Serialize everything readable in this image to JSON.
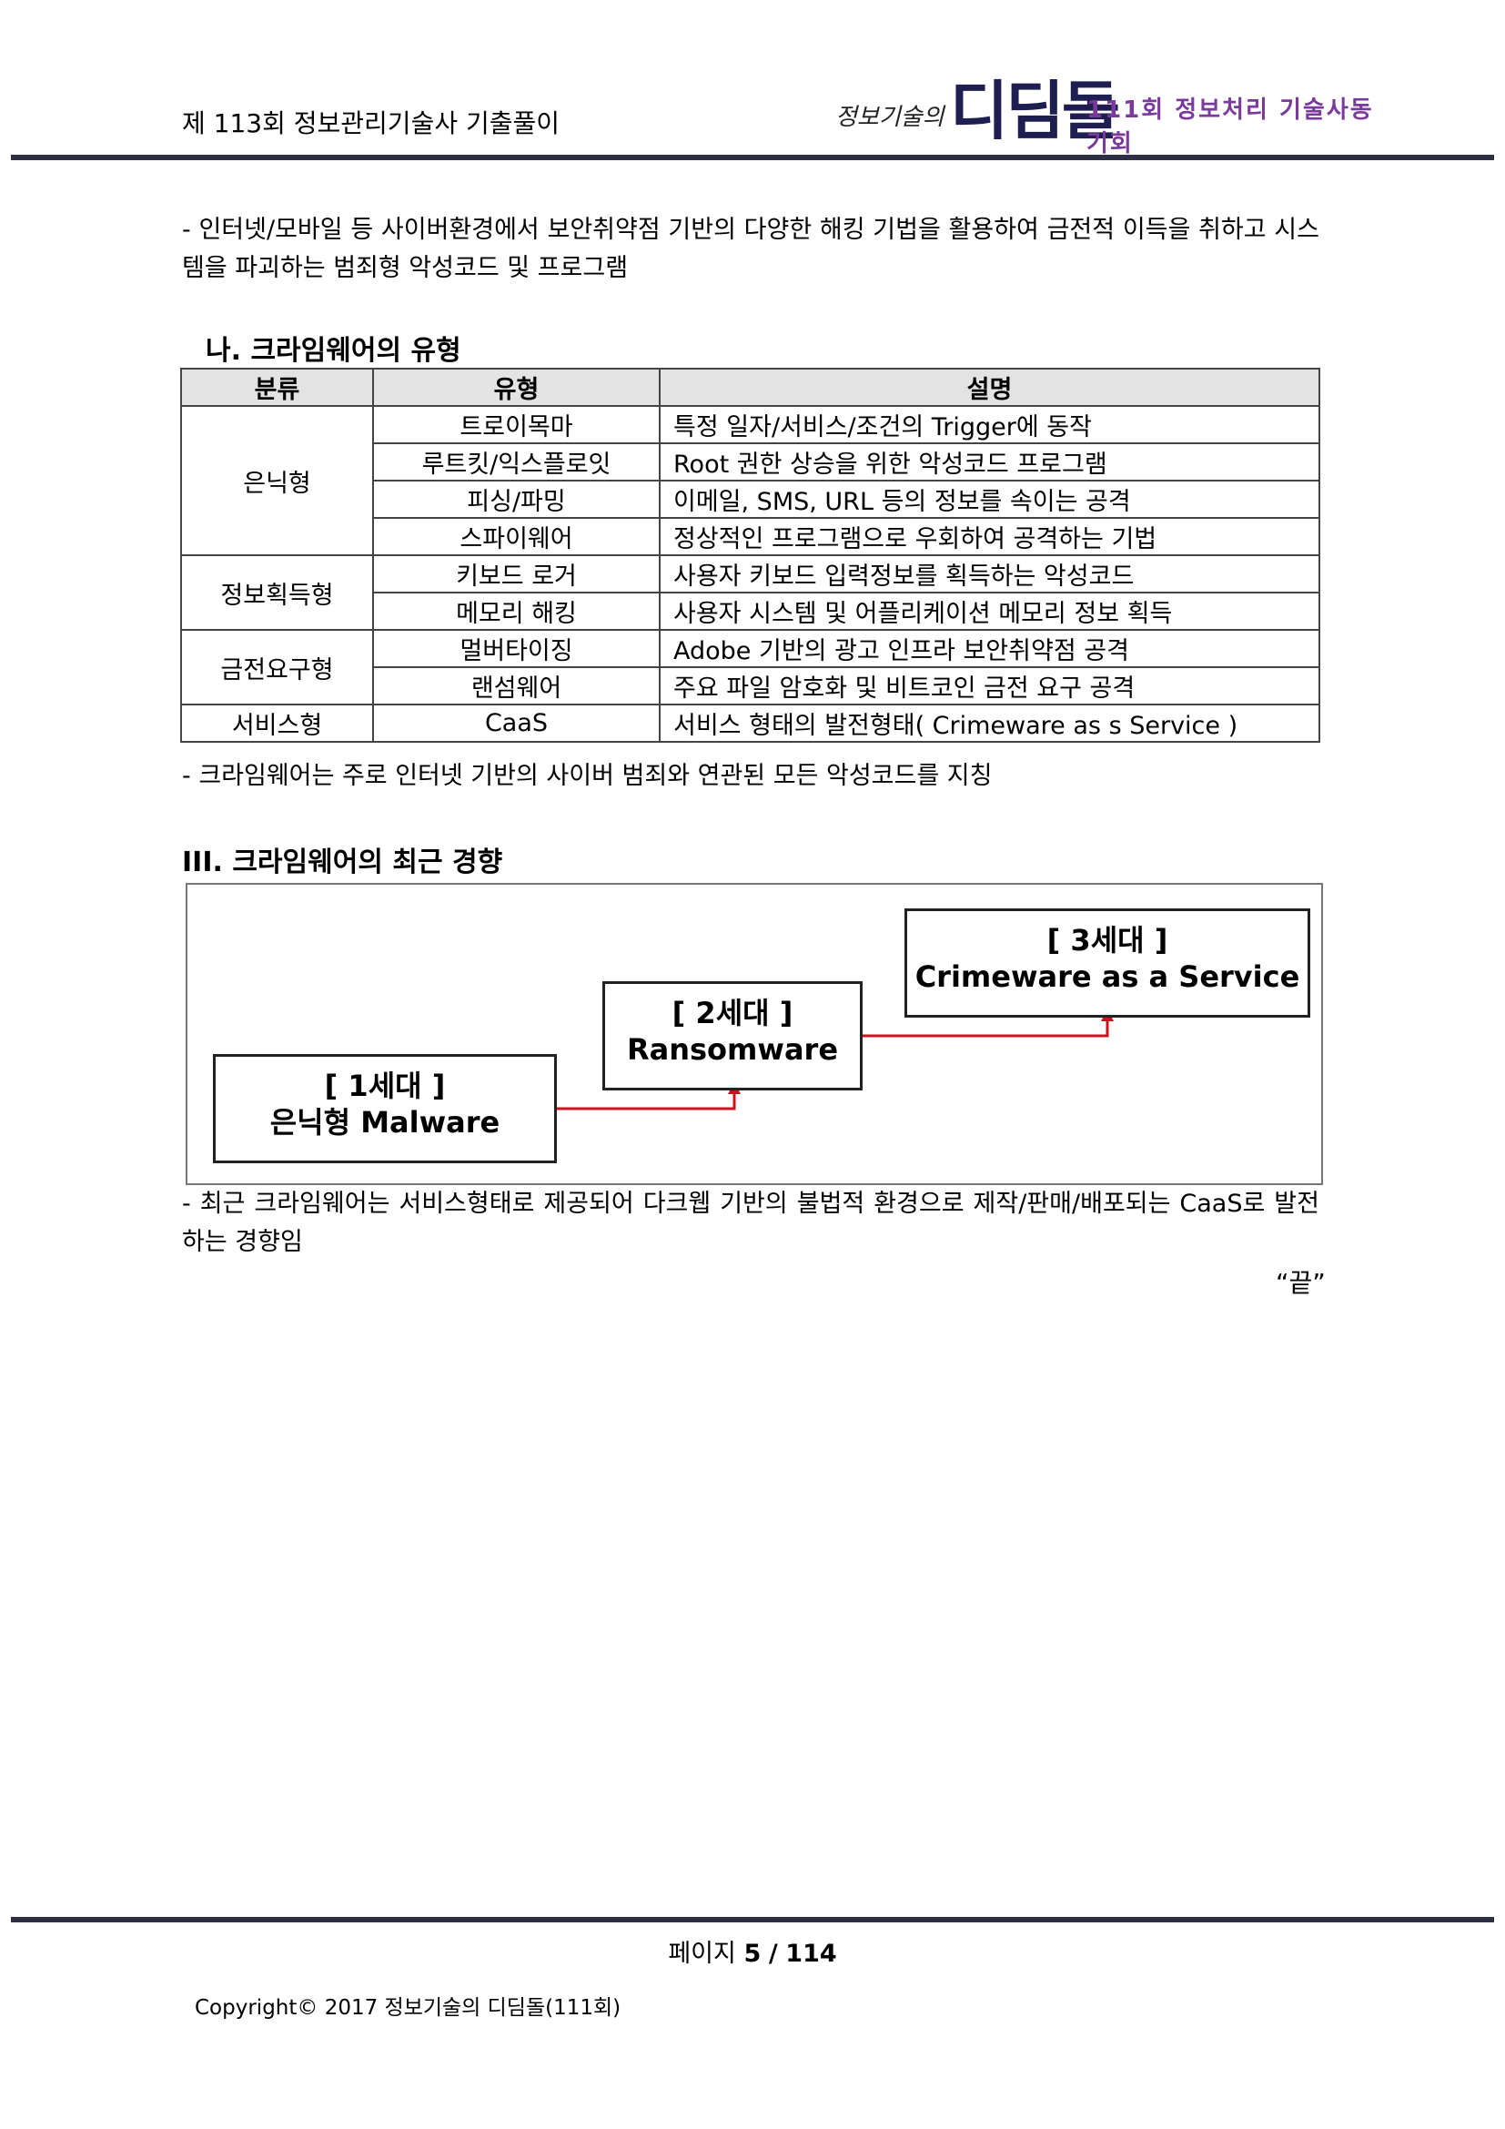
{
  "header": {
    "left_title": "제 113회 정보관리기술사 기출풀이",
    "logo_small": "정보기술의",
    "logo_big": "디딤돌",
    "logo_right": "111회 정보처리 기술사동기회"
  },
  "intro_text": "- 인터넷/모바일 등 사이버환경에서 보안취약점 기반의 다양한 해킹 기법을 활용하여 금전적 이득을 취하고 시스템을 파괴하는 범죄형 악성코드 및 프로그램",
  "section_types": {
    "heading": "나. 크라임웨어의 유형",
    "columns": [
      "분류",
      "유형",
      "설명"
    ],
    "groups": [
      {
        "category": "은닉형",
        "rows": [
          {
            "type": "트로이목마",
            "desc": "특정 일자/서비스/조건의 Trigger에 동작"
          },
          {
            "type": "루트킷/익스플로잇",
            "desc": "Root 권한 상승을 위한 악성코드 프로그램"
          },
          {
            "type": "피싱/파밍",
            "desc": "이메일, SMS, URL 등의 정보를 속이는 공격"
          },
          {
            "type": "스파이웨어",
            "desc": "정상적인 프로그램으로 우회하여 공격하는 기법"
          }
        ]
      },
      {
        "category": "정보획득형",
        "rows": [
          {
            "type": "키보드 로거",
            "desc": "사용자 키보드 입력정보를 획득하는 악성코드"
          },
          {
            "type": "메모리 해킹",
            "desc": "사용자 시스템 및 어플리케이션 메모리 정보 획득"
          }
        ]
      },
      {
        "category": "금전요구형",
        "rows": [
          {
            "type": "멀버타이징",
            "desc": "Adobe 기반의 광고 인프라 보안취약점 공격"
          },
          {
            "type": "랜섬웨어",
            "desc": "주요 파일 암호화 및 비트코인 금전 요구 공격"
          }
        ]
      },
      {
        "category": "서비스형",
        "rows": [
          {
            "type": "CaaS",
            "desc": "서비스 형태의 발전형태( Crimeware as s Service )"
          }
        ]
      }
    ],
    "note": "- 크라임웨어는 주로 인터넷 기반의 사이버 범죄와 연관된 모든 악성코드를 지칭"
  },
  "section_trend": {
    "heading": "III. 크라임웨어의 최근 경향",
    "gen1": {
      "label": "[ 1세대 ]",
      "name": "은닉형 Malware"
    },
    "gen2": {
      "label": "[ 2세대 ]",
      "name": "Ransomware"
    },
    "gen3": {
      "label": "[ 3세대 ]",
      "name": "Crimeware as a Service"
    },
    "arrow_color": "#d0101a",
    "note": "- 최근 크라임웨어는 서비스형태로 제공되어 다크웹 기반의 불법적 환경으로 제작/판매/배포되는 CaaS로 발전하는 경향임"
  },
  "end_mark": "“끝”",
  "footer": {
    "page_label": "페이지",
    "page_current": "5",
    "page_sep": "/",
    "page_total": "114",
    "copyright": "Copyright© 2017 정보기술의 디딤돌(111회)"
  }
}
